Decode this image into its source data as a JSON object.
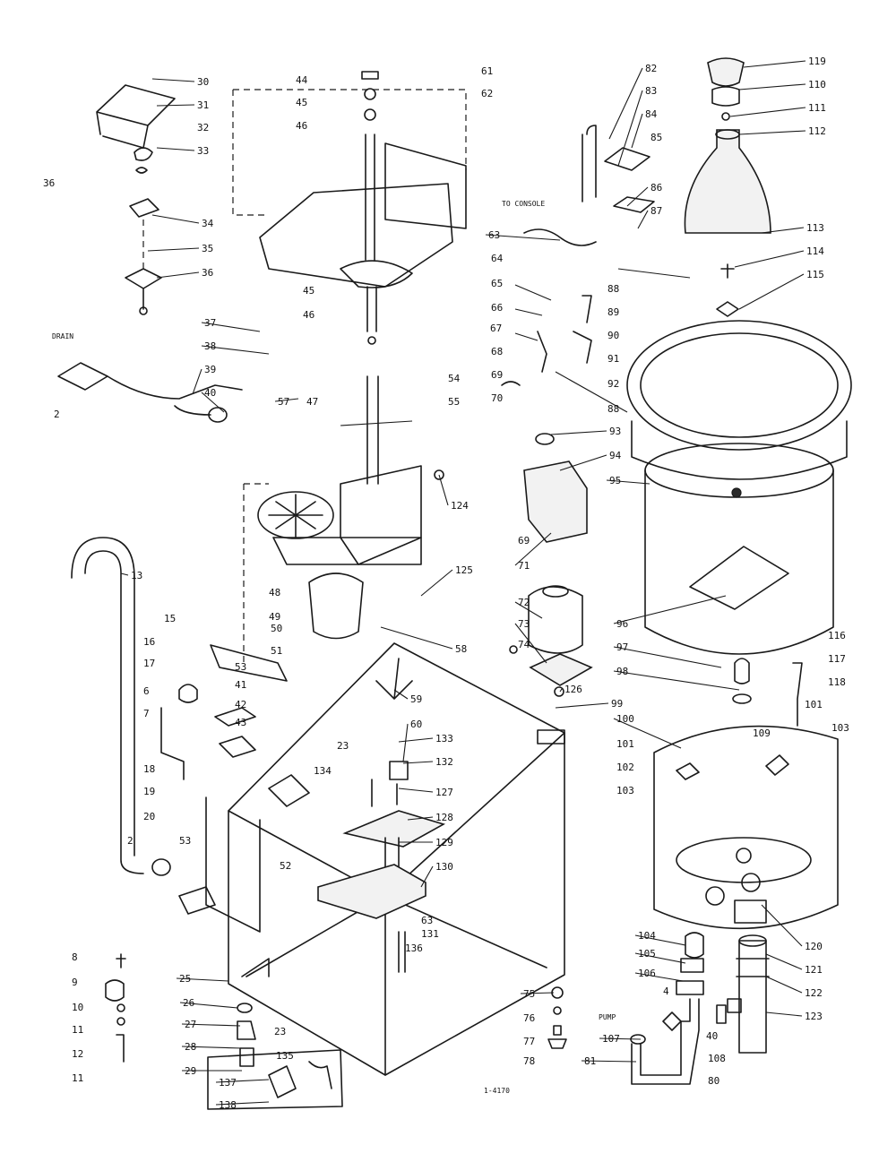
{
  "diagram": {
    "callouts": [
      {
        "id": "c-30",
        "text": "30"
      },
      {
        "id": "c-31",
        "text": "31"
      },
      {
        "id": "c-32",
        "text": "32"
      },
      {
        "id": "c-33",
        "text": "33"
      },
      {
        "id": "c-36a",
        "text": "36"
      },
      {
        "id": "c-34",
        "text": "34"
      },
      {
        "id": "c-35a",
        "text": "35"
      },
      {
        "id": "c-36b",
        "text": "36"
      },
      {
        "id": "c-37",
        "text": "37"
      },
      {
        "id": "c-38",
        "text": "38"
      },
      {
        "id": "c-39",
        "text": "39"
      },
      {
        "id": "c-40a",
        "text": "40"
      },
      {
        "id": "c-2a",
        "text": "2"
      },
      {
        "id": "c-44",
        "text": "44"
      },
      {
        "id": "c-45a",
        "text": "45"
      },
      {
        "id": "c-46a",
        "text": "46"
      },
      {
        "id": "c-45b",
        "text": "45"
      },
      {
        "id": "c-46b",
        "text": "46"
      },
      {
        "id": "c-57",
        "text": "57"
      },
      {
        "id": "c-47",
        "text": "47"
      },
      {
        "id": "c-61",
        "text": "61"
      },
      {
        "id": "c-62",
        "text": "62"
      },
      {
        "id": "c-54",
        "text": "54"
      },
      {
        "id": "c-55",
        "text": "55"
      },
      {
        "id": "c-63",
        "text": "63"
      },
      {
        "id": "c-64",
        "text": "64"
      },
      {
        "id": "c-65",
        "text": "65"
      },
      {
        "id": "c-66",
        "text": "66"
      },
      {
        "id": "c-67",
        "text": "67"
      },
      {
        "id": "c-68",
        "text": "68"
      },
      {
        "id": "c-69a",
        "text": "69"
      },
      {
        "id": "c-70",
        "text": "70"
      },
      {
        "id": "c-82",
        "text": "82"
      },
      {
        "id": "c-83",
        "text": "83"
      },
      {
        "id": "c-84",
        "text": "84"
      },
      {
        "id": "c-85",
        "text": "85"
      },
      {
        "id": "c-86",
        "text": "86"
      },
      {
        "id": "c-87",
        "text": "87"
      },
      {
        "id": "c-88a",
        "text": "88"
      },
      {
        "id": "c-89",
        "text": "89"
      },
      {
        "id": "c-90",
        "text": "90"
      },
      {
        "id": "c-91",
        "text": "91"
      },
      {
        "id": "c-88b",
        "text": "88"
      },
      {
        "id": "c-92",
        "text": "92"
      },
      {
        "id": "c-93",
        "text": "93"
      },
      {
        "id": "c-94",
        "text": "94"
      },
      {
        "id": "c-95",
        "text": "95"
      },
      {
        "id": "c-96",
        "text": "96"
      },
      {
        "id": "c-97",
        "text": "97"
      },
      {
        "id": "c-98",
        "text": "98"
      },
      {
        "id": "c-99",
        "text": "99"
      },
      {
        "id": "c-100",
        "text": "100"
      },
      {
        "id": "c-101a",
        "text": "101"
      },
      {
        "id": "c-102",
        "text": "102"
      },
      {
        "id": "c-103a",
        "text": "103"
      },
      {
        "id": "c-109",
        "text": "109"
      },
      {
        "id": "c-101b",
        "text": "101"
      },
      {
        "id": "c-103b",
        "text": "103"
      },
      {
        "id": "c-116",
        "text": "116"
      },
      {
        "id": "c-117",
        "text": "117"
      },
      {
        "id": "c-118",
        "text": "118"
      },
      {
        "id": "c-119",
        "text": "119"
      },
      {
        "id": "c-110",
        "text": "110"
      },
      {
        "id": "c-111",
        "text": "111"
      },
      {
        "id": "c-112",
        "text": "112"
      },
      {
        "id": "c-113",
        "text": "113"
      },
      {
        "id": "c-114",
        "text": "114"
      },
      {
        "id": "c-115",
        "text": "115"
      },
      {
        "id": "c-124",
        "text": "124"
      },
      {
        "id": "c-125",
        "text": "125"
      },
      {
        "id": "c-58",
        "text": "58"
      },
      {
        "id": "c-48",
        "text": "48"
      },
      {
        "id": "c-49",
        "text": "49"
      },
      {
        "id": "c-50",
        "text": "50"
      },
      {
        "id": "c-51",
        "text": "51"
      },
      {
        "id": "c-53a",
        "text": "53"
      },
      {
        "id": "c-41",
        "text": "41"
      },
      {
        "id": "c-42",
        "text": "42"
      },
      {
        "id": "c-43",
        "text": "43"
      },
      {
        "id": "c-13",
        "text": "13"
      },
      {
        "id": "c-15",
        "text": "15"
      },
      {
        "id": "c-16",
        "text": "16"
      },
      {
        "id": "c-17",
        "text": "17"
      },
      {
        "id": "c-6",
        "text": "6"
      },
      {
        "id": "c-7",
        "text": "7"
      },
      {
        "id": "c-18",
        "text": "18"
      },
      {
        "id": "c-19",
        "text": "19"
      },
      {
        "id": "c-20",
        "text": "20"
      },
      {
        "id": "c-2b",
        "text": "2"
      },
      {
        "id": "c-53b",
        "text": "53"
      },
      {
        "id": "c-52",
        "text": "52"
      },
      {
        "id": "c-59",
        "text": "59"
      },
      {
        "id": "c-60",
        "text": "60"
      },
      {
        "id": "c-23a",
        "text": "23"
      },
      {
        "id": "c-134",
        "text": "134"
      },
      {
        "id": "c-133",
        "text": "133"
      },
      {
        "id": "c-132",
        "text": "132"
      },
      {
        "id": "c-127",
        "text": "127"
      },
      {
        "id": "c-128",
        "text": "128"
      },
      {
        "id": "c-129",
        "text": "129"
      },
      {
        "id": "c-130",
        "text": "130"
      },
      {
        "id": "c-63b",
        "text": "63"
      },
      {
        "id": "c-131",
        "text": "131"
      },
      {
        "id": "c-136",
        "text": "136"
      },
      {
        "id": "c-69b",
        "text": "69"
      },
      {
        "id": "c-71",
        "text": "71"
      },
      {
        "id": "c-72",
        "text": "72"
      },
      {
        "id": "c-73",
        "text": "73"
      },
      {
        "id": "c-74",
        "text": "74"
      },
      {
        "id": "c-126",
        "text": "126"
      },
      {
        "id": "c-8",
        "text": "8"
      },
      {
        "id": "c-9",
        "text": "9"
      },
      {
        "id": "c-10",
        "text": "10"
      },
      {
        "id": "c-11a",
        "text": "11"
      },
      {
        "id": "c-12",
        "text": "12"
      },
      {
        "id": "c-11b",
        "text": "11"
      },
      {
        "id": "c-25",
        "text": "25"
      },
      {
        "id": "c-26",
        "text": "26"
      },
      {
        "id": "c-27",
        "text": "27"
      },
      {
        "id": "c-28",
        "text": "28"
      },
      {
        "id": "c-29",
        "text": "29"
      },
      {
        "id": "c-23b",
        "text": "23"
      },
      {
        "id": "c-135",
        "text": "135"
      },
      {
        "id": "c-137",
        "text": "137"
      },
      {
        "id": "c-138",
        "text": "138"
      },
      {
        "id": "c-75",
        "text": "75"
      },
      {
        "id": "c-76",
        "text": "76"
      },
      {
        "id": "c-77",
        "text": "77"
      },
      {
        "id": "c-78",
        "text": "78"
      },
      {
        "id": "c-104",
        "text": "104"
      },
      {
        "id": "c-105",
        "text": "105"
      },
      {
        "id": "c-106",
        "text": "106"
      },
      {
        "id": "c-4",
        "text": "4"
      },
      {
        "id": "c-107",
        "text": "107"
      },
      {
        "id": "c-81",
        "text": "81"
      },
      {
        "id": "c-108",
        "text": "108"
      },
      {
        "id": "c-80",
        "text": "80"
      },
      {
        "id": "c-40b",
        "text": "40"
      },
      {
        "id": "c-120",
        "text": "120"
      },
      {
        "id": "c-121",
        "text": "121"
      },
      {
        "id": "c-122",
        "text": "122"
      },
      {
        "id": "c-123",
        "text": "123"
      }
    ],
    "notes": {
      "drain_label": "DRAIN",
      "pump_label": "PUMP",
      "harness_label": "TO CONSOLE",
      "footer_code": "1-4170"
    }
  }
}
